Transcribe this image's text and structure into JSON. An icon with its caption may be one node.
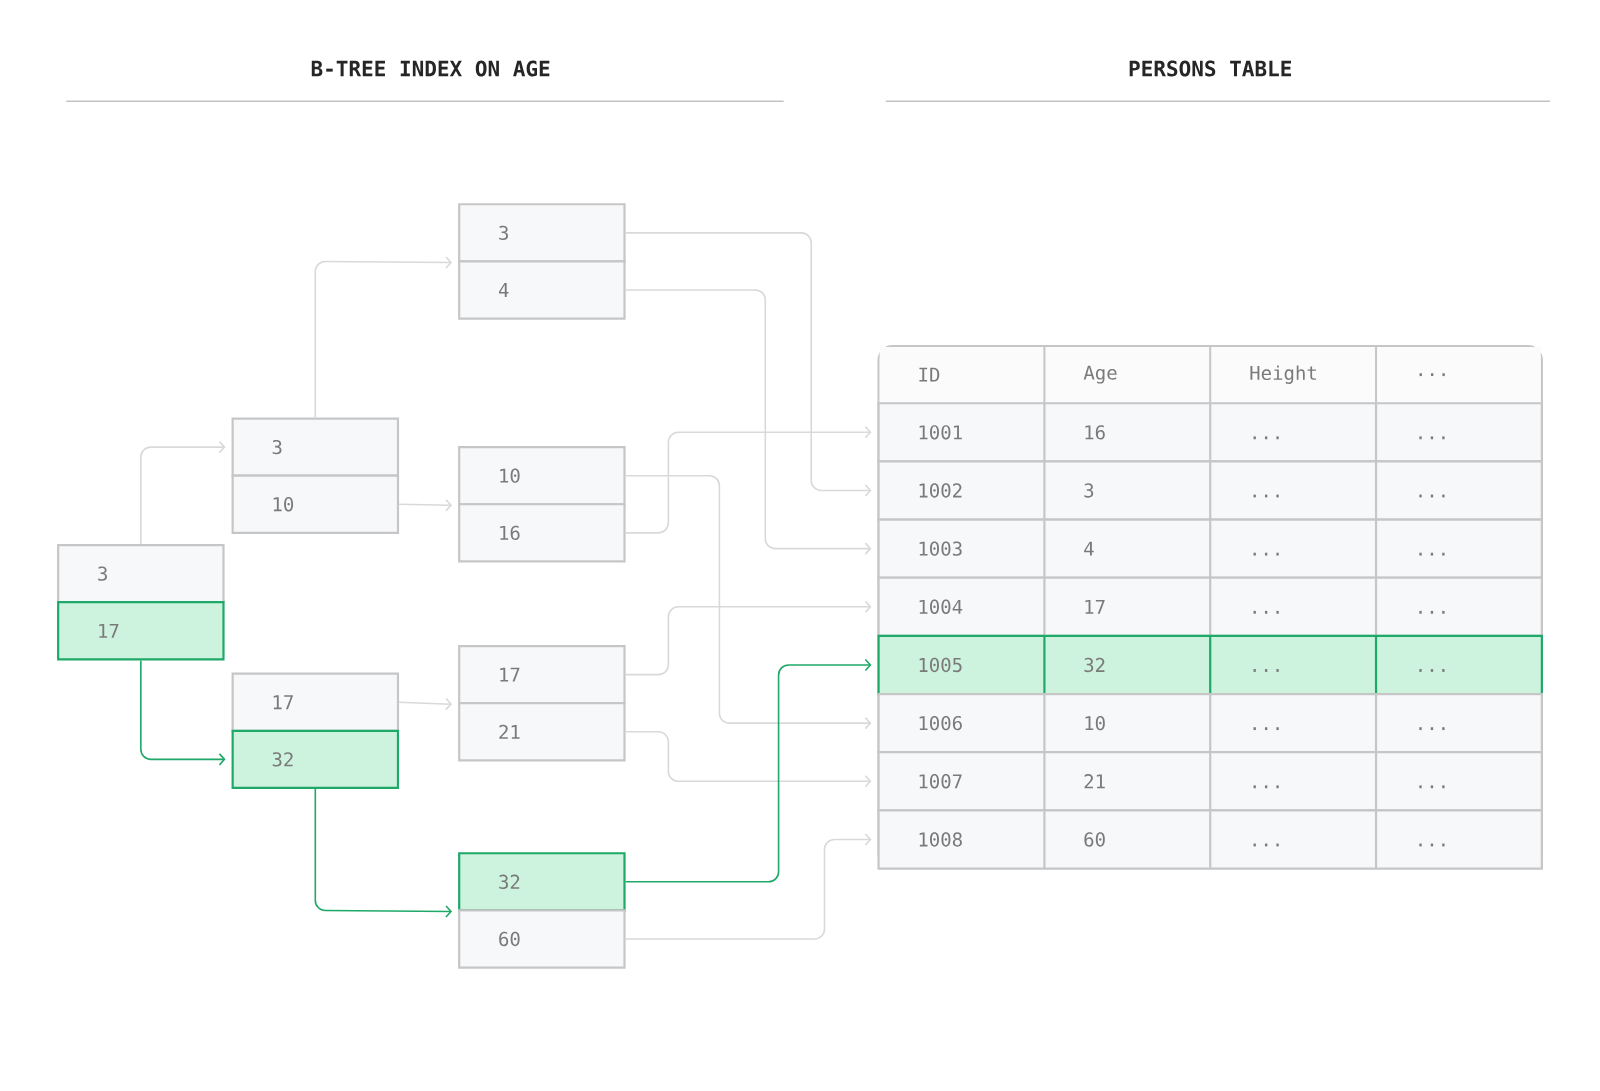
{
  "diagram": {
    "nodes": [
      {
        "text": [
          "3"
        ]
      },
      {
        "text": [
          "17"
        ]
      },
      {
        "text": [
          "3"
        ]
      },
      {
        "text": [
          "10"
        ]
      },
      {
        "text": [
          "17"
        ]
      },
      {
        "text": [
          "32"
        ]
      },
      {
        "text": [
          "3"
        ]
      },
      {
        "text": [
          "4"
        ]
      },
      {
        "text": [
          "10"
        ]
      },
      {
        "text": [
          "16"
        ]
      },
      {
        "text": [
          "17"
        ]
      },
      {
        "text": [
          "21"
        ]
      },
      {
        "text": [
          "32"
        ]
      },
      {
        "text": [
          "60"
        ]
      },
      {
        "text": [
          "1001",
          "16",
          "...",
          "..."
        ]
      },
      {
        "text": [
          "1002",
          "3",
          "...",
          "..."
        ]
      },
      {
        "text": [
          "1003",
          "4",
          "...",
          "..."
        ]
      },
      {
        "text": [
          "1004",
          "17",
          "...",
          "..."
        ]
      },
      {
        "text": [
          "1005",
          "32",
          "...",
          "..."
        ]
      },
      {
        "text": [
          "1006",
          "10",
          "...",
          "..."
        ]
      },
      {
        "text": [
          "1007",
          "21",
          "...",
          "..."
        ]
      },
      {
        "text": [
          "1008",
          "60",
          "...",
          "..."
        ]
      }
    ],
    "edges": [
      {
        "from": 0,
        "to": 2,
        "arrow": "to"
      },
      {
        "from": 1,
        "to": 5,
        "arrow": "to",
        "color": "#1fa968"
      },
      {
        "from": 2,
        "to": 6,
        "arrow": "to"
      },
      {
        "from": 3,
        "to": 8,
        "arrow": "to"
      },
      {
        "from": 4,
        "to": 10,
        "arrow": "to"
      },
      {
        "from": 5,
        "to": 12,
        "arrow": "to",
        "color": "#1fa968"
      },
      {
        "from": 6,
        "to": 15,
        "arrow": "to"
      },
      {
        "from": 7,
        "to": 16,
        "arrow": "to"
      },
      {
        "from": 8,
        "to": 19,
        "arrow": "to"
      },
      {
        "from": 9,
        "to": 14,
        "arrow": "to"
      },
      {
        "from": 10,
        "to": 17,
        "arrow": "to"
      },
      {
        "from": 11,
        "to": 20,
        "arrow": "to"
      },
      {
        "from": 12,
        "to": 18,
        "arrow": "to",
        "color": "#1fa968"
      },
      {
        "from": 13,
        "to": 21,
        "arrow": "to"
      }
    ],
    "labels": [
      "B-TREE INDEX ON AGE",
      "PERSONS TABLE",
      "ID",
      "Age",
      "Height",
      "..."
    ]
  }
}
